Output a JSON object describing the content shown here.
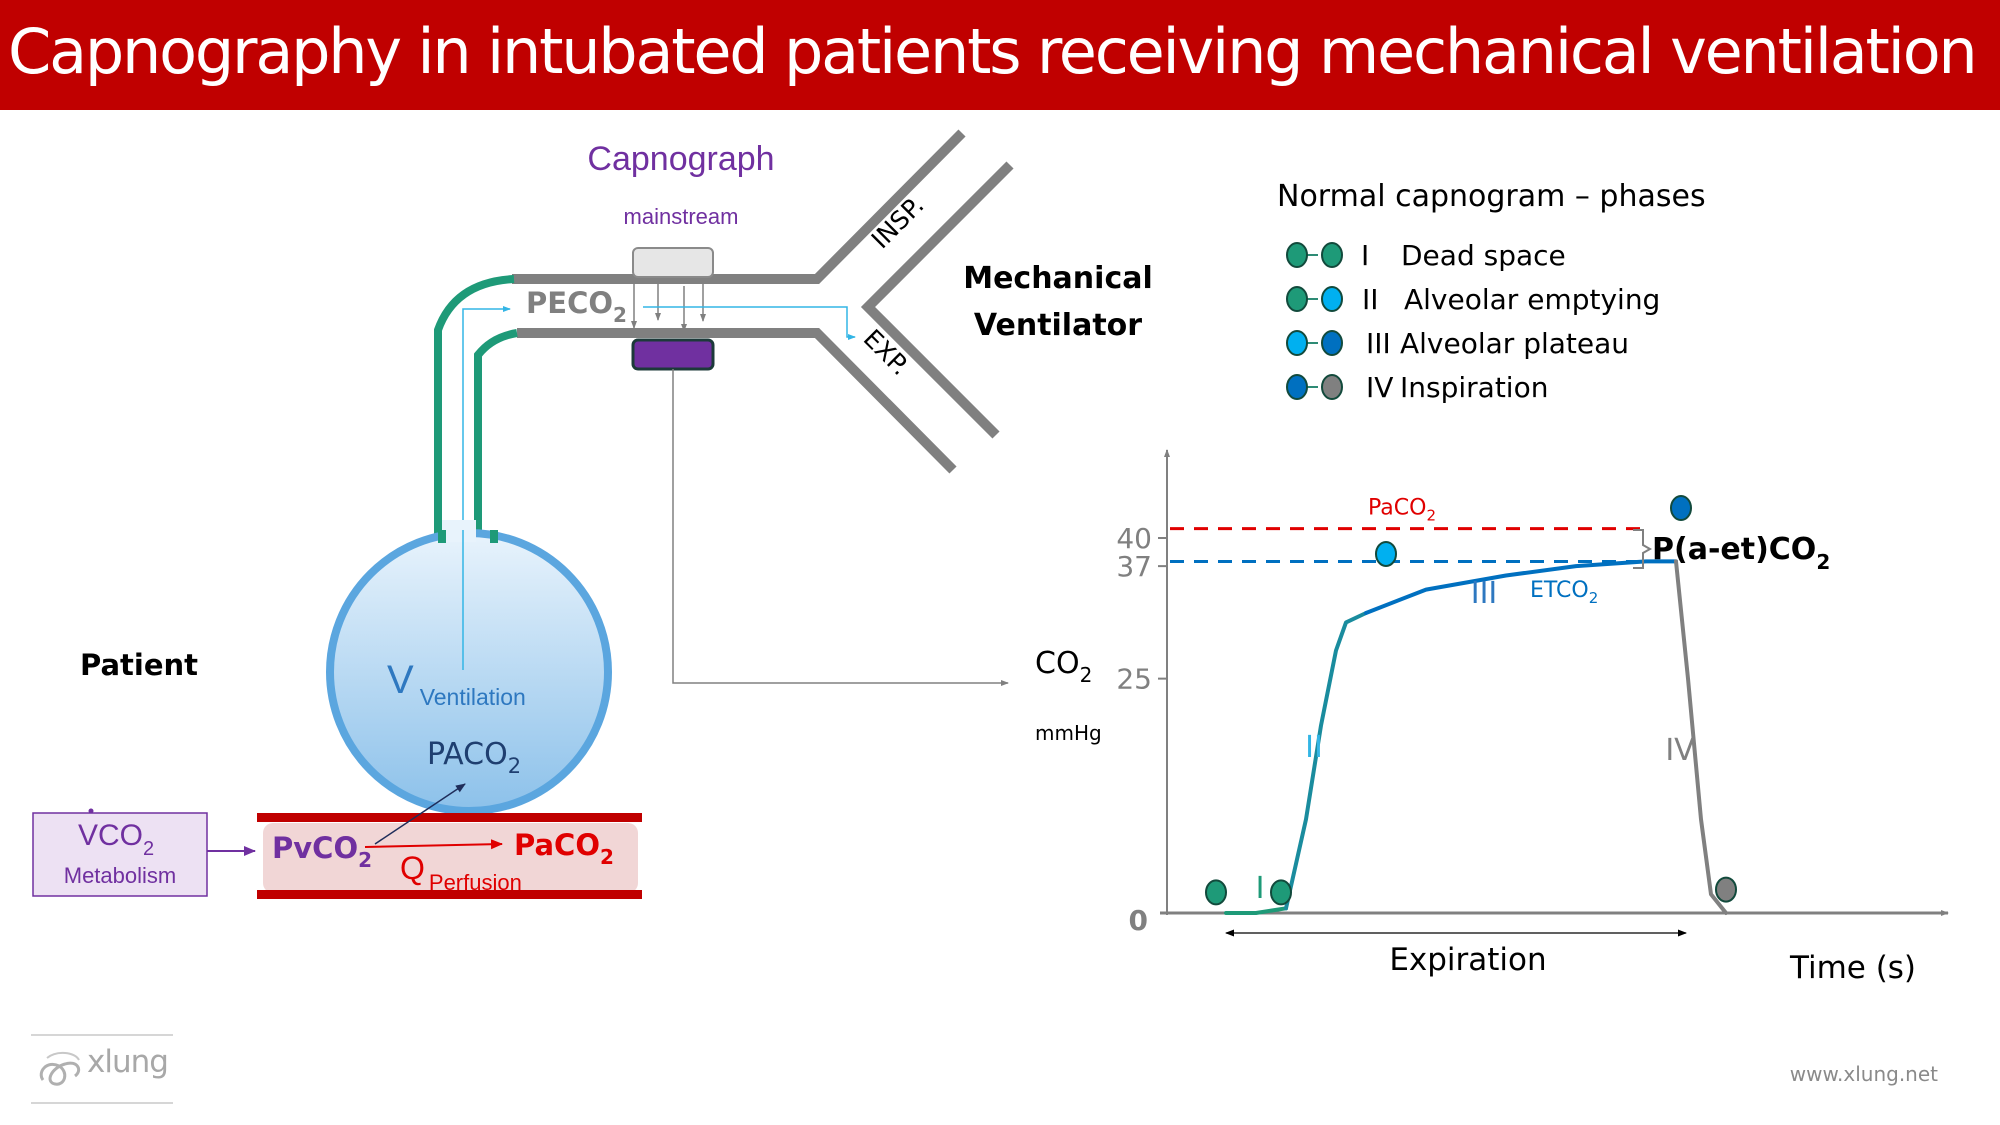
{
  "header": {
    "title": "Capnography in intubated patients receiving mechanical ventilation",
    "background_color": "#c00000"
  },
  "circuit": {
    "capnograph_label": "Capnograph",
    "mainstream_label": "mainstream",
    "peco2_label": "PECO",
    "peco2_sub": "2",
    "insp_label": "INSP.",
    "exp_label": "EXP.",
    "ventilator_line1": "Mechanical",
    "ventilator_line2": "Ventilator",
    "tube_color": "#808080",
    "airway_color": "#1e9a78",
    "sensor_color": "#7030a0",
    "flow_arrow_color": "#33b5e5"
  },
  "patient": {
    "label": "Patient",
    "alveolus": {
      "v_symbol": "V",
      "v_sub": "Ventilation",
      "paco2_label": "PACO",
      "paco2_sub": "2",
      "fill_top": "#e6f2fb",
      "fill_bottom": "#8fc3ea",
      "border_color": "#5ba6df"
    },
    "metabolism_box": {
      "vco2_label": "VCO",
      "vco2_sub": "2",
      "metabolism_label": "Metabolism",
      "color": "#7030a0"
    },
    "capillary": {
      "pvco2_label": "PvCO",
      "pvco2_sub": "2",
      "paco2_label": "PaCO",
      "paco2_sub": "2",
      "q_symbol": "Q",
      "q_sub": "Perfusion",
      "vessel_color": "#c00000",
      "arterial_color": "#e00000"
    }
  },
  "co2_output": {
    "label": "CO",
    "sub": "2",
    "unit": "mmHg"
  },
  "legend": {
    "title": "Normal capnogram – phases",
    "items": [
      {
        "numeral": "I",
        "label": "Dead space",
        "start_color": "#1e9a78",
        "end_color": "#1e9a78"
      },
      {
        "numeral": "II",
        "label": "Alveolar emptying",
        "start_color": "#1e9a78",
        "end_color": "#00b0f0"
      },
      {
        "numeral": "III",
        "label": "Alveolar plateau",
        "start_color": "#00b0f0",
        "end_color": "#0070c0"
      },
      {
        "numeral": "IV",
        "label": "Inspiration",
        "start_color": "#0070c0",
        "end_color": "#808080"
      }
    ]
  },
  "chart_data": {
    "type": "line",
    "title": "Normal capnogram – phases",
    "xlabel": "Time (s)",
    "ylabel": "CO2 mmHg",
    "ylim": [
      0,
      50
    ],
    "yticks": [
      0,
      25,
      37,
      40
    ],
    "ytick_labels": [
      "0",
      "25",
      "37",
      "40"
    ],
    "grid": false,
    "reference_lines": [
      {
        "name": "PaCO2",
        "label": "PaCO",
        "label_sub": "2",
        "value": 41,
        "color": "#e00000",
        "style": "dashed"
      },
      {
        "name": "ETCO2",
        "label": "ETCO",
        "label_sub": "2",
        "value": 37.5,
        "color": "#0070c0",
        "style": "dashed"
      }
    ],
    "gradient_label": "P(a-et)CO",
    "gradient_sub": "2",
    "expiration_label": "Expiration",
    "series": [
      {
        "name": "Phase I",
        "numeral": "I",
        "color": "#1e9a78",
        "x": [
          0.0,
          0.3,
          0.6
        ],
        "y": [
          0,
          0,
          0.5
        ]
      },
      {
        "name": "Phase II",
        "numeral": "II",
        "color": "#1a8c9e",
        "x": [
          0.6,
          0.8,
          0.95,
          1.1,
          1.2,
          1.4
        ],
        "y": [
          0.5,
          10,
          20,
          28,
          31,
          32
        ]
      },
      {
        "name": "Phase III",
        "numeral": "III",
        "color": "#0070c0",
        "x": [
          1.4,
          2.0,
          2.8,
          3.5,
          4.2,
          4.5
        ],
        "y": [
          32,
          34.5,
          36,
          37,
          37.5,
          37.5
        ]
      },
      {
        "name": "Phase IV",
        "numeral": "IV",
        "color": "#808080",
        "x": [
          4.5,
          4.62,
          4.75,
          4.85,
          5.0
        ],
        "y": [
          37.5,
          25,
          10,
          2,
          0
        ]
      }
    ],
    "phase_markers": [
      {
        "x": -0.1,
        "y": 2.2,
        "color": "#1e9a78"
      },
      {
        "x": 0.55,
        "y": 2.2,
        "color": "#1e9a78"
      },
      {
        "x": 1.6,
        "y": 38.3,
        "color": "#00b0f0"
      },
      {
        "x": 4.55,
        "y": 43.2,
        "color": "#0070c0"
      },
      {
        "x": 5.0,
        "y": 2.5,
        "color": "#808080"
      }
    ],
    "xlim": [
      -0.5,
      8.7
    ]
  },
  "footer": {
    "logo_text": "xlung",
    "url": "www.xlung.net"
  }
}
